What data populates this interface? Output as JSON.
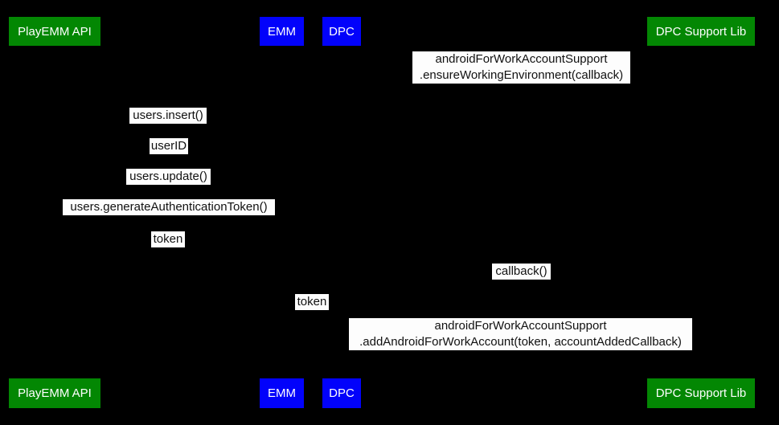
{
  "colors": {
    "background": "#000000",
    "actor_green": "#038703",
    "actor_blue": "#0202fb",
    "actor_text": "#ffffff",
    "label_bg": "#fdfdfd",
    "label_text": "#111111"
  },
  "actors": {
    "playemm_api": {
      "label": "PlayEMM API"
    },
    "emm": {
      "label": "EMM"
    },
    "dpc": {
      "label": "DPC"
    },
    "dpc_support_lib": {
      "label": "DPC Support Lib"
    }
  },
  "messages": {
    "ensure_working_environment": {
      "line1": "androidForWorkAccountSupport",
      "line2": ".ensureWorkingEnvironment(callback)"
    },
    "users_insert": {
      "label": "users.insert()"
    },
    "user_id": {
      "label": "userID"
    },
    "users_update": {
      "label": "users.update()"
    },
    "generate_authentication_token": {
      "label": "users.generateAuthenticationToken()"
    },
    "token_result": {
      "label": "token"
    },
    "callback": {
      "label": "callback()"
    },
    "token_passed": {
      "label": "token"
    },
    "add_android_for_work_account": {
      "line1": "androidForWorkAccountSupport",
      "line2": ".addAndroidForWorkAccount(token, accountAddedCallback)"
    }
  }
}
